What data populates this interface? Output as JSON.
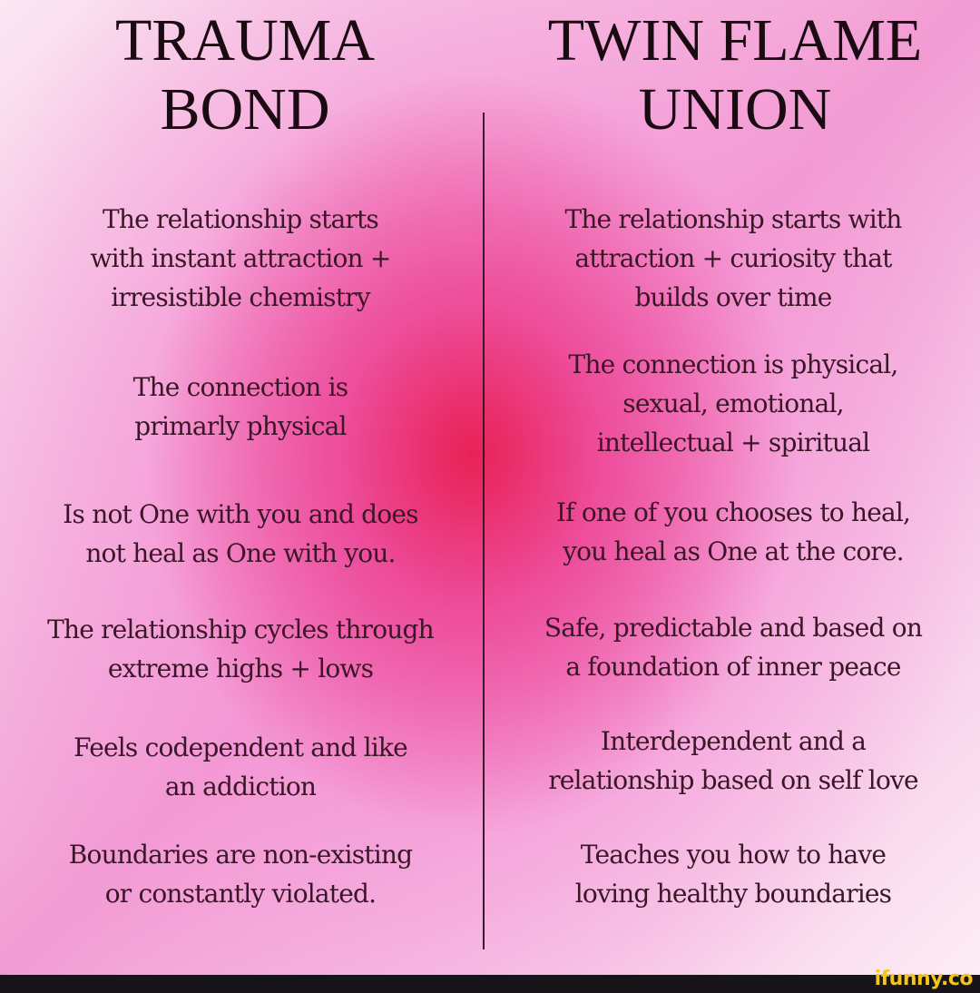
{
  "left_column": {
    "title": [
      "TRAUMA",
      "BOND"
    ],
    "items": [
      [
        "The relationship starts",
        "with instant attraction +",
        "irresistible chemistry"
      ],
      [
        "The connection is",
        "primarly physical"
      ],
      [
        "Is not One with you and does",
        "not heal as One with you."
      ],
      [
        "The relationship cycles through",
        "extreme highs + lows"
      ],
      [
        "Feels codependent and like",
        "an addiction"
      ],
      [
        "Boundaries are non-existing",
        "or constantly violated."
      ]
    ]
  },
  "right_column": {
    "title": [
      "TWIN FLAME",
      "UNION"
    ],
    "items": [
      [
        "The relationship starts with",
        "attraction + curiosity that",
        "builds over time"
      ],
      [
        "The connection is physical,",
        "sexual, emotional,",
        "intellectual + spiritual"
      ],
      [
        "If one of you chooses to heal,",
        "you heal as One at the core."
      ],
      [
        "Safe, predictable and based on",
        "a foundation of inner peace"
      ],
      [
        "Interdependent and a",
        "relationship based on self love"
      ],
      [
        "Teaches you how to have",
        "loving healthy boundaries"
      ]
    ]
  },
  "watermark": {
    "text": "ifunny.co",
    "color": "#f5c518"
  },
  "colors": {
    "text": "#1a0b12",
    "divider": "#3a1a2a",
    "footer": "#17141a"
  }
}
